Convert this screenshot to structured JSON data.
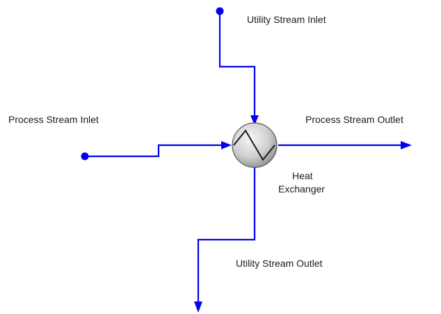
{
  "diagram": {
    "labels": {
      "utility_inlet": "Utility Stream Inlet",
      "process_inlet": "Process Stream Inlet",
      "process_outlet": "Process Stream Outlet",
      "heat_exchanger_line1": "Heat",
      "heat_exchanger_line2": "Exchanger",
      "utility_outlet": "Utility Stream Outlet"
    },
    "colors": {
      "stream": "#0000ee",
      "exchanger_fill_light": "#f2f2f2",
      "exchanger_fill_dark": "#9a9a9a",
      "exchanger_outline": "#555555",
      "text": "#1a1a1a"
    },
    "icons": [
      "stream-endpoint-icon",
      "flow-arrow-icon",
      "heat-exchanger-icon"
    ]
  }
}
